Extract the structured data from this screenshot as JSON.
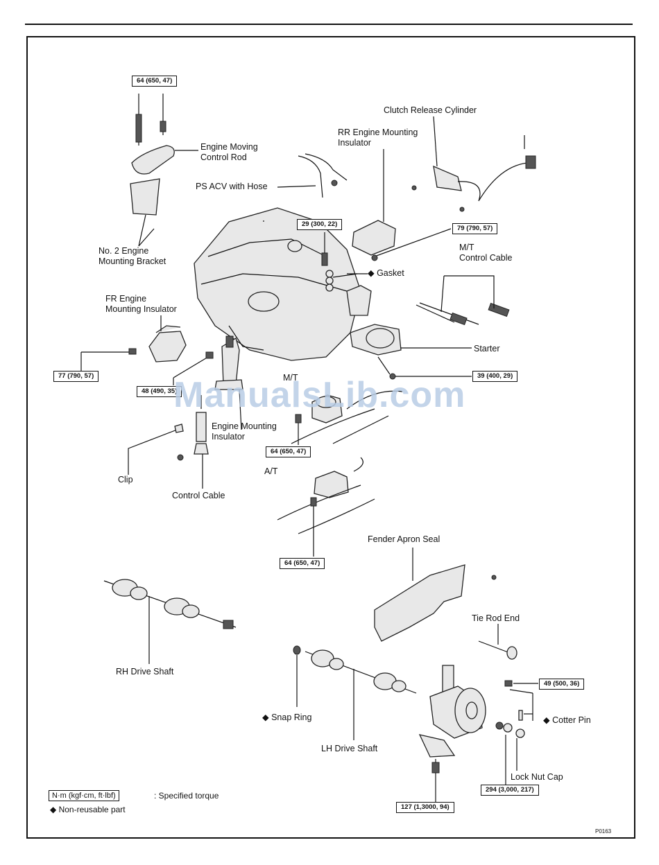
{
  "labels": {
    "engine_moving_rod": "Engine Moving\nControl Rod",
    "ps_acv": "PS ACV with Hose",
    "no2_bracket": "No. 2 Engine\nMounting Bracket",
    "fr_insulator": "FR Engine\nMounting Insulator",
    "clutch_release": "Clutch Release Cylinder",
    "rr_insulator": "RR Engine Mounting\nInsulator",
    "mt_cable": "M/T\nControl Cable",
    "gasket": "◆ Gasket",
    "starter": "Starter",
    "mt": "M/T",
    "engine_mounting_insulator": "Engine Mounting\nInsulator",
    "clip": "Clip",
    "control_cable": "Control Cable",
    "at": "A/T",
    "fender_apron_seal": "Fender Apron Seal",
    "tie_rod_end": "Tie Rod End",
    "rh_drive_shaft": "RH Drive Shaft",
    "snap_ring": "◆ Snap Ring",
    "lh_drive_shaft": "LH Drive Shaft",
    "cotter_pin": "◆ Cotter Pin",
    "lock_nut_cap": "Lock Nut Cap"
  },
  "torques": {
    "t1": "64 (650, 47)",
    "t2": "29 (300, 22)",
    "t3": "79 (790, 57)",
    "t4": "77 (790, 57)",
    "t5": "48 (490, 35)",
    "t6": "39 (400, 29)",
    "t7": "64 (650, 47)",
    "t8": "64 (650, 47)",
    "t9": "49 (500, 36)",
    "t10": "294 (3,000, 217)",
    "t11": "127 (1,3000, 94)"
  },
  "legend": {
    "unit_box": "N·m (kgf·cm, ft·lbf)",
    "unit_text": ": Specified torque",
    "nonreusable": "◆  Non-reusable part"
  },
  "watermark": "ManualsLib.com",
  "figure_code": "P0163"
}
